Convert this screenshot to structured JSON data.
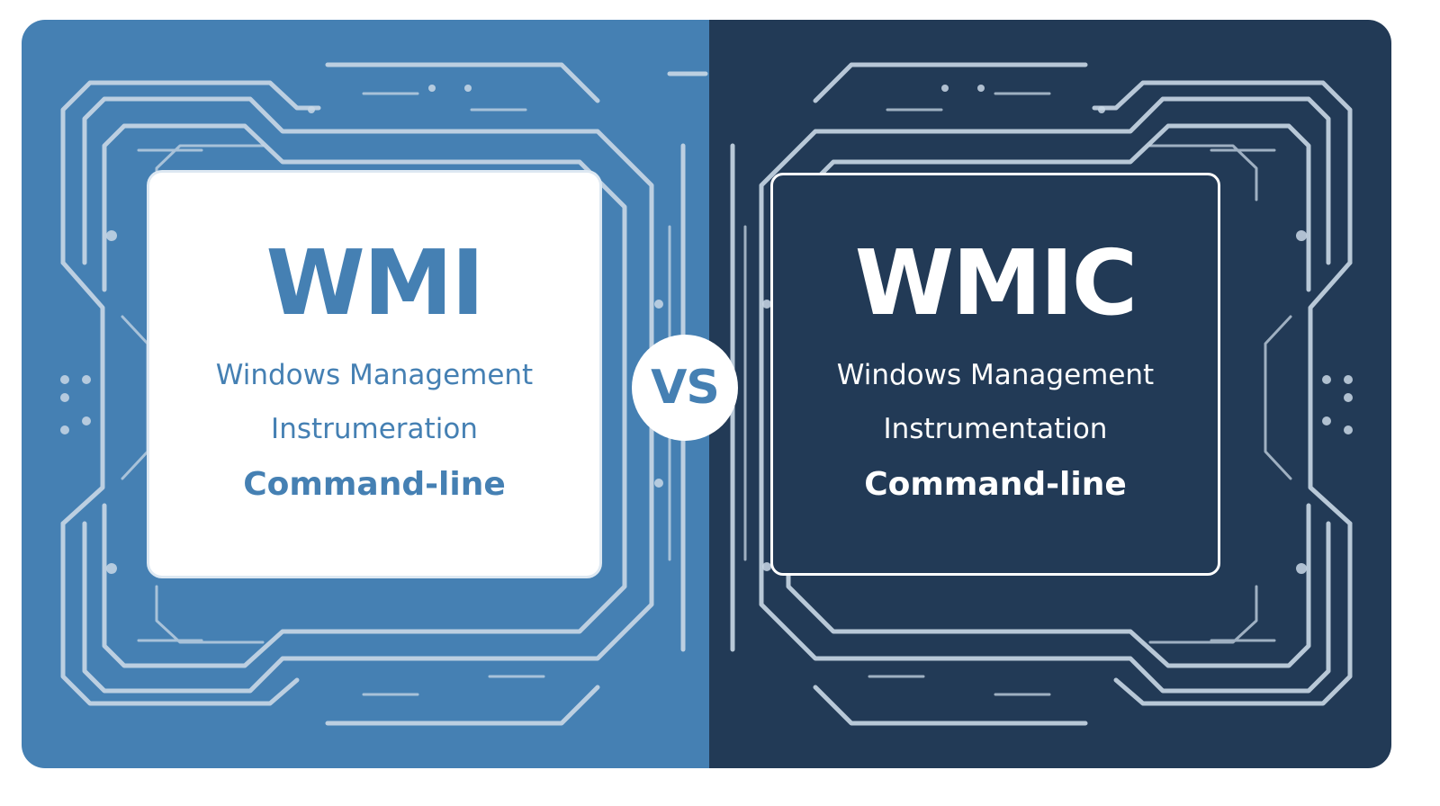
{
  "left_panel": {
    "title": "WMI",
    "line1": "Windows Management",
    "line2": "Instrumeration",
    "line3": "Command-line",
    "background_color": "#4580b3",
    "card_color": "#ffffff",
    "text_color": "#4580b3"
  },
  "right_panel": {
    "title": "WMIC",
    "line1": "Windows Management",
    "line2": "Instrumentation",
    "line3": "Command-line",
    "background_color": "#223a56",
    "card_border_color": "#ffffff",
    "text_color": "#ffffff"
  },
  "versus_badge": {
    "label": "VS"
  },
  "decoration": {
    "pattern": "circuit-traces",
    "trace_color": "#c9d8e6"
  }
}
